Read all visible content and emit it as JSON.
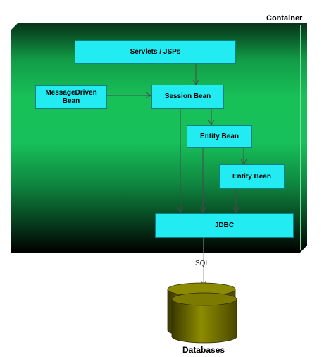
{
  "container_label": "Container",
  "nodes": {
    "servlets": "Servlets / JSPs",
    "message_driven": "MessageDriven Bean",
    "session_bean": "Session Bean",
    "entity_bean_1": "Entity Bean",
    "entity_bean_2": "Entity Bean",
    "jdbc": "JDBC"
  },
  "edge_labels": {
    "sql": "SQL"
  },
  "database_label": "Databases",
  "colors": {
    "box_fill": "#22ecf2",
    "container_green": "#18c058",
    "database_olive": "#7c7a00",
    "connector": "#4a4a4a"
  }
}
